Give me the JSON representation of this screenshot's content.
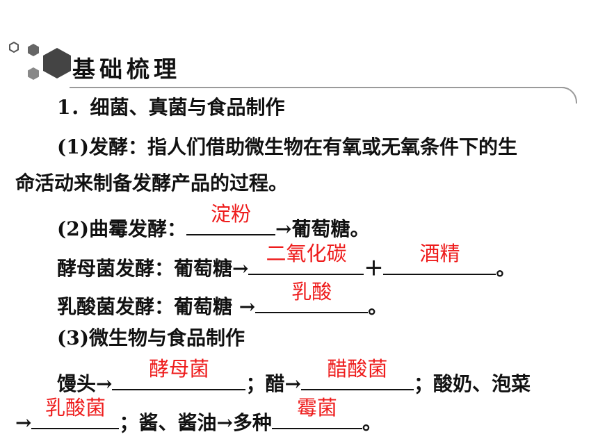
{
  "section_title": "基础梳理",
  "item1": "1．细菌、真菌与食品制作",
  "p1_prefix": "(1)",
  "p1_line1": "发酵：指人们借助微生物在有氧或无氧条件下的生",
  "p1_line2": "命活动来制备发酵产品的过程。",
  "p2_prefix": "(2)",
  "p2_label": "曲霉发酵：",
  "p2_ans": "淀粉",
  "p2_after": "→葡萄糖。",
  "p3_label": "酵母菌发酵：葡萄糖→",
  "p3_ans1": "二氧化碳",
  "p3_plus": "＋",
  "p3_ans2": "酒精",
  "p3_end": "。",
  "p4_label": "乳酸菌发酵：葡萄糖 →",
  "p4_ans": "乳酸",
  "p4_end": "。",
  "p5_prefix": "(3)",
  "p5_label": "微生物与食品制作",
  "p6_a": "馒头→",
  "p6_ans1": "酵母菌",
  "p6_b": "；醋→",
  "p6_ans2": "醋酸菌",
  "p6_c": "；酸奶、泡菜",
  "p7_a": "→",
  "p7_ans1": "乳酸菌",
  "p7_b": "；酱、酱油→多种",
  "p7_ans2": "霉菌",
  "p7_end": "。",
  "colors": {
    "answer": "#ee1c1c",
    "rule": "#9a9a9a",
    "hex_dark": "#555555"
  }
}
